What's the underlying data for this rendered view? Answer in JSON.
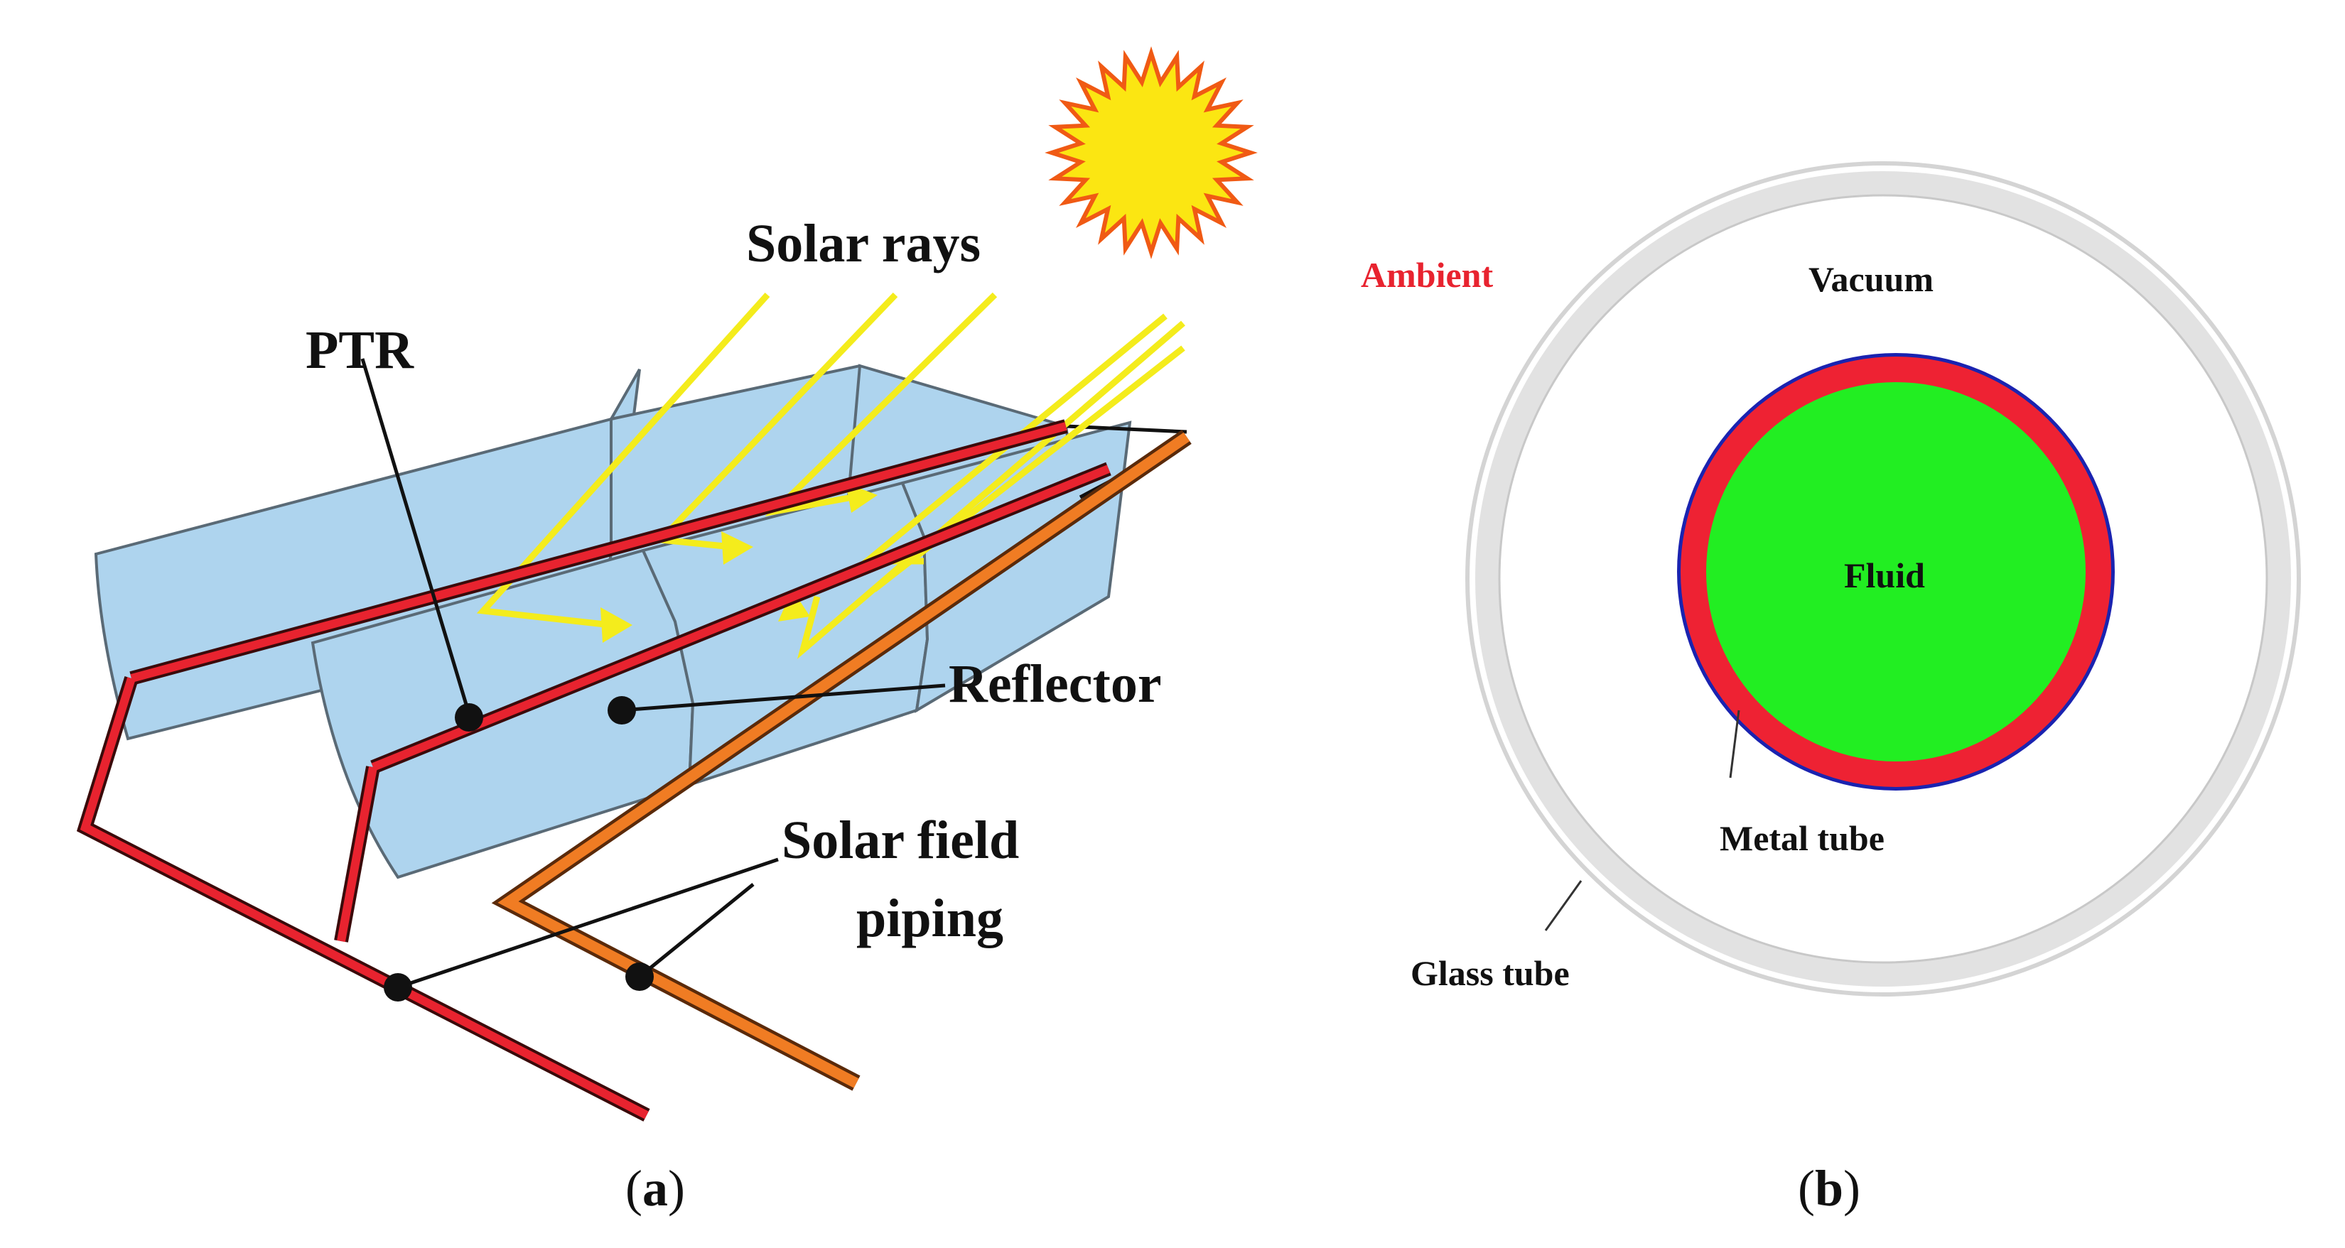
{
  "panel_a": {
    "labels": {
      "solar_rays": "Solar rays",
      "ptr": "PTR",
      "reflector": "Reflector",
      "solar_field_line1": "Solar field",
      "solar_field_line2": "piping"
    },
    "caption": {
      "open": "(",
      "letter": "a",
      "close": ")"
    }
  },
  "panel_b": {
    "labels": {
      "ambient": "Ambient",
      "vacuum": "Vacuum",
      "fluid": "Fluid",
      "metal_tube": "Metal tube",
      "glass_tube": "Glass tube"
    },
    "caption": {
      "open": "(",
      "letter": "b",
      "close": ")"
    }
  },
  "colors": {
    "reflector": "#aed4ee",
    "receiver_pipe": "#e8232f",
    "field_pipe_orange": "#f07c23",
    "ray": "#f4ec1c",
    "sun_fill": "#fbe612",
    "sun_edge": "#f05a14",
    "fluid": "#22ee22",
    "metal_tube": "#ee2233",
    "metal_outline": "#1a23b0",
    "glass": "#dddddd",
    "ambient_text": "#e8232f"
  }
}
